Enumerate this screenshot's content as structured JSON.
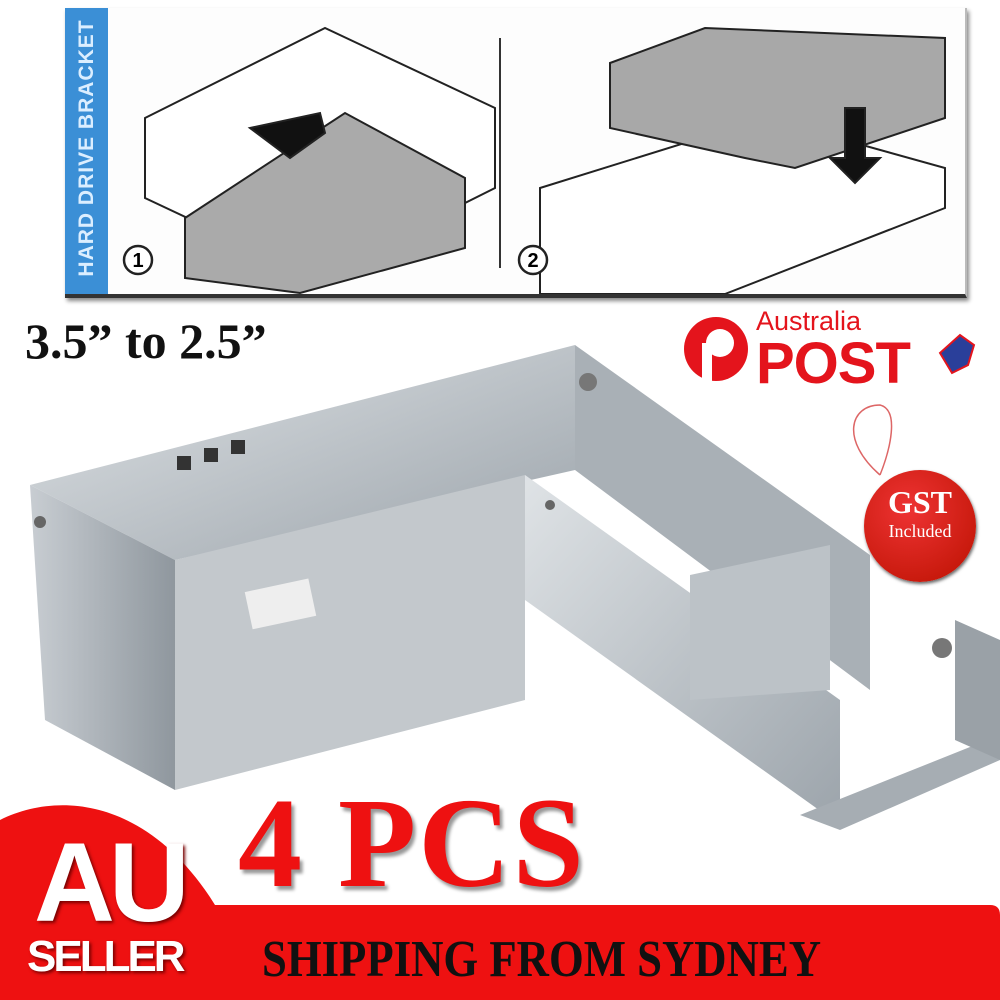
{
  "diagram": {
    "stripe_label": "HARD DRIVE BRACKET",
    "step1": "1",
    "step2": "2"
  },
  "size_label": "3.5” to 2.5”",
  "badge_post": {
    "line1": "Australia",
    "line2": "POST"
  },
  "badge_gst": {
    "line1": "GST",
    "line2": "Included"
  },
  "quantity_label": "4 PCS",
  "seller_badge": {
    "line1": "AU",
    "line2": "SELLER"
  },
  "shipping_banner": "SHIPPING FROM SYDNEY",
  "colors": {
    "red": "#ee1111",
    "blue_stripe": "#3b8fd6",
    "metal": "#b8bec4"
  }
}
